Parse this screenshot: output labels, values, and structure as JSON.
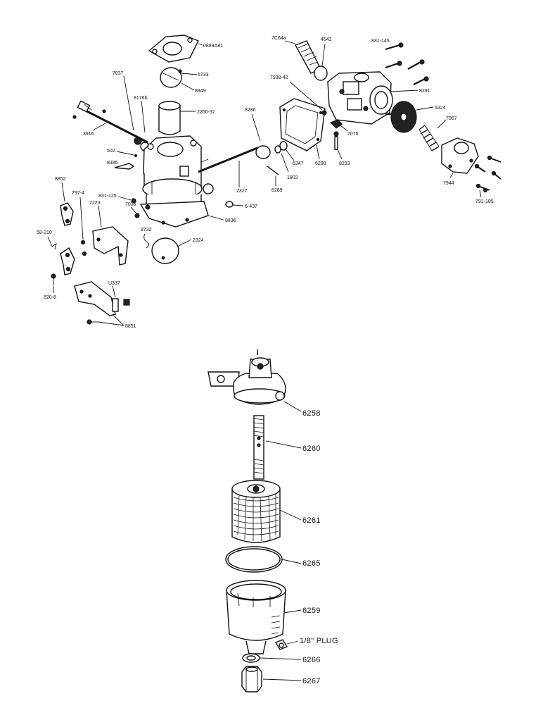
{
  "carburetor_labels": {
    "gasket_top": "0889A81",
    "throttle_plate": "6733",
    "choke_plate": "8849",
    "venturi": "2260-32",
    "shaft_7037": "7037",
    "bushing_8176": "8176b",
    "shaft_3916": "3916",
    "screw_502": "502",
    "needle_8395": "8395",
    "lever_8852": "8852",
    "spring_797": "797-4",
    "bracket_7223": "7223",
    "screw_831_125": "831-125",
    "nut_7036": "7036",
    "clip_58_210": "58-210",
    "screw_820_8": "820-8",
    "bracket_u337": "U337",
    "screw_8851": "8851",
    "plate_8732": "8732",
    "disc_2324": "2324",
    "body_8836": "8836",
    "ring_6437": "6-437",
    "shaft_2327": "2327",
    "float_8286": "8286",
    "pin_8289": "8289",
    "washer_1802": "1802",
    "washer_6347": "6347",
    "gasket_6298": "6298",
    "valve_8293": "8293",
    "fitting_7075": "7075",
    "seat_7938": "7938-42",
    "screw_7064": "7C64a",
    "ring_4542": "4542",
    "screw_831_145": "831-145",
    "housing_8291": "8291",
    "diaphragm_6324": "6324",
    "spring_7067": "7067",
    "cover_7944": "7944",
    "screw_791_105": "791-105"
  },
  "filter_labels": {
    "bowl_cover": "6258",
    "stud": "6260",
    "element": "6261",
    "gasket": "6265",
    "bowl": "6259",
    "plug": "1/8\" PLUG",
    "washer": "6266",
    "nut": "6267"
  }
}
